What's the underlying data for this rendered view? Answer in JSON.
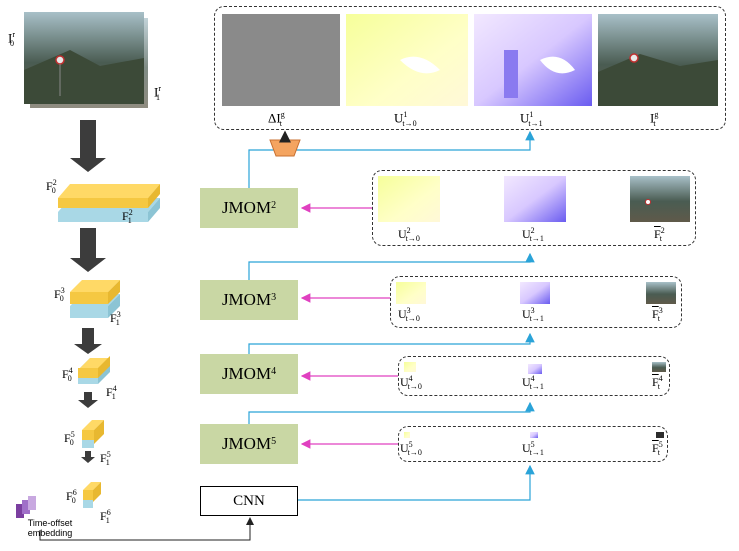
{
  "input": {
    "frame0_label": "I",
    "frame0_sup": "r",
    "frame0_sub": "0",
    "frame1_label": "I",
    "frame1_sup": "r",
    "frame1_sub": "1"
  },
  "features": [
    {
      "f0": "F",
      "f0_sup": "2",
      "f0_sub": "0",
      "f1": "F",
      "f1_sup": "2",
      "f1_sub": "1"
    },
    {
      "f0": "F",
      "f0_sup": "3",
      "f0_sub": "0",
      "f1": "F",
      "f1_sup": "3",
      "f1_sub": "1"
    },
    {
      "f0": "F",
      "f0_sup": "4",
      "f0_sub": "0",
      "f1": "F",
      "f1_sup": "4",
      "f1_sub": "1"
    },
    {
      "f0": "F",
      "f0_sup": "5",
      "f0_sub": "0",
      "f1": "F",
      "f1_sup": "5",
      "f1_sub": "1"
    },
    {
      "f0": "F",
      "f0_sup": "6",
      "f0_sub": "0",
      "f1": "F",
      "f1_sup": "6",
      "f1_sub": "1"
    }
  ],
  "time_embedding": "Time-offset\nembedding",
  "modules": [
    {
      "name": "JMOM",
      "level": "2"
    },
    {
      "name": "JMOM",
      "level": "3"
    },
    {
      "name": "JMOM",
      "level": "4"
    },
    {
      "name": "JMOM",
      "level": "5"
    }
  ],
  "cnn_label": "CNN",
  "top_outputs": {
    "delta": "ΔI",
    "delta_sup": "g",
    "delta_sub": "t",
    "u0": "U",
    "u0_sup": "1",
    "u0_sub": "t→0",
    "u1": "U",
    "u1_sup": "1",
    "u1_sub": "t→1",
    "ig": "I",
    "ig_sup": "g",
    "ig_sub": "t"
  },
  "level_outputs": [
    {
      "level": "2",
      "u0": "U",
      "u0_sub": "t→0",
      "u1": "U",
      "u1_sub": "t→1",
      "f": "F",
      "f_sub": "t"
    },
    {
      "level": "3",
      "u0": "U",
      "u0_sub": "t→0",
      "u1": "U",
      "u1_sub": "t→1",
      "f": "F",
      "f_sub": "t"
    },
    {
      "level": "4",
      "u0": "U",
      "u0_sub": "t→0",
      "u1": "U",
      "u1_sub": "t→1",
      "f": "F",
      "f_sub": "t"
    },
    {
      "level": "5",
      "u0": "U",
      "u0_sub": "t→0",
      "u1": "U",
      "u1_sub": "t→1",
      "f": "F",
      "f_sub": "t"
    }
  ],
  "colors": {
    "feature_f0": "#ffd966",
    "feature_f1": "#a9d8e6",
    "jmom_fill": "#c9d7a4",
    "pink_arrow": "#e040c0",
    "blue_arrow": "#2aa3d8",
    "down_arrow": "#3c3c3c",
    "orange": "#f4a460"
  }
}
